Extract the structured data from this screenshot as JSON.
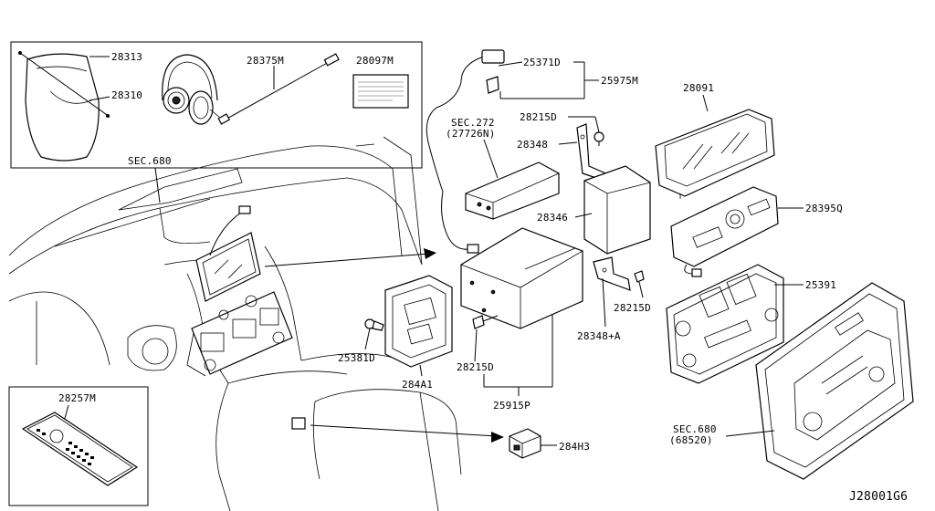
{
  "labels": {
    "p28313": "28313",
    "p28310": "28310",
    "p28375M": "28375M",
    "p28097M": "28097M",
    "p25371D": "25371D",
    "p25975M": "25975M",
    "p28091": "28091",
    "sec272": "SEC.272",
    "sec272sub": "(27726N)",
    "p28215D_a": "28215D",
    "p28348": "28348",
    "p28346": "28346",
    "p28395Q": "28395Q",
    "sec680_top": "SEC.680",
    "p25391": "25391",
    "p28215D_b": "28215D",
    "p28348A": "28348+A",
    "p25381D": "25381D",
    "p284A1": "284A1",
    "p28215D_c": "28215D",
    "p25915P": "25915P",
    "p28257M": "28257M",
    "sec680_bot": "SEC.680",
    "sec680_bot_sub": "(68520)",
    "p284H3": "284H3",
    "diagram_id": "J28001G6"
  }
}
